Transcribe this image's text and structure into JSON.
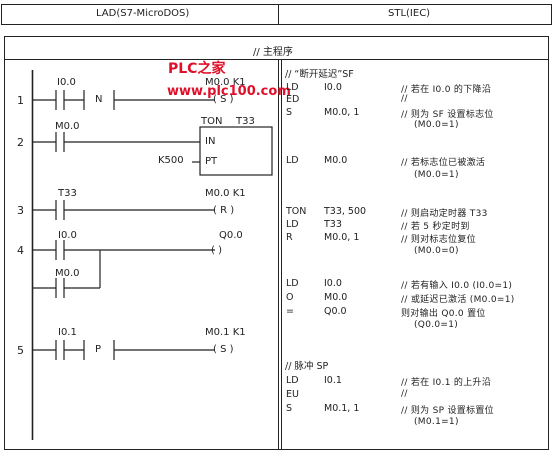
{
  "header": {
    "left_title": "LAD(S7-MicroDOS)",
    "right_title": "STL(IEC)"
  },
  "main_title": "// 主程序",
  "watermark": {
    "name": "PLC之家",
    "url": "www.plc100.com"
  },
  "ladder": {
    "rung_numbers": [
      "1",
      "2",
      "3",
      "4",
      "5"
    ],
    "rung1": {
      "contact": "I0.0",
      "neg_box": "N",
      "coil_label": "M0.0  K1",
      "coil_op": "( S )"
    },
    "rung2": {
      "contact": "M0.0",
      "timer": "TON",
      "timer_name": "T33",
      "in_label": "IN",
      "pt_label": "PT",
      "preset": "K500"
    },
    "rung3": {
      "contact": "T33",
      "coil_label": "M0.0  K1",
      "coil_op": "( R )"
    },
    "rung4": {
      "contact": "I0.0",
      "branch_contact": "M0.0",
      "coil_label": "Q0.0",
      "coil_op": "(     )"
    },
    "rung5": {
      "contact": "I0.1",
      "pos_box": "P",
      "coil_label": "M0.1  K1",
      "coil_op": "( S )"
    }
  },
  "stl": {
    "section1_title": "// “断开延迟”SF",
    "section2_title": "// 脉冲 SP",
    "lines": [
      {
        "op": "LD",
        "arg": "I0.0",
        "comment": "// 若在 I0.0 的下降沿"
      },
      {
        "op": "ED",
        "arg": "",
        "comment": "//"
      },
      {
        "op": "S",
        "arg": "M0.0, 1",
        "comment": "// 则为 SF 设置标志位"
      },
      {
        "op": "",
        "arg": "",
        "comment": "(M0.0=1)"
      },
      {
        "op": "LD",
        "arg": "M0.0",
        "comment": "// 若标志位已被激活"
      },
      {
        "op": "",
        "arg": "",
        "comment": "(M0.0=1)"
      },
      {
        "op": "TON",
        "arg": "T33, 500",
        "comment": "// 则启动定时器 T33"
      },
      {
        "op": "LD",
        "arg": "T33",
        "comment": "// 若 5 秒定时到"
      },
      {
        "op": "R",
        "arg": "M0.0, 1",
        "comment": "// 则对标志位复位"
      },
      {
        "op": "",
        "arg": "",
        "comment": "(M0.0=0)"
      },
      {
        "op": "LD",
        "arg": "I0.0",
        "comment": "// 若有输入 I0.0 (I0.0=1)"
      },
      {
        "op": "O",
        "arg": "M0.0",
        "comment": "// 或延迟已激活 (M0.0=1)"
      },
      {
        "op": "=",
        "arg": "Q0.0",
        "comment": "则对输出 Q0.0 置位"
      },
      {
        "op": "",
        "arg": "",
        "comment": "(Q0.0=1)"
      },
      {
        "op": "LD",
        "arg": "I0.1",
        "comment": "// 若在 I0.1 的上升沿"
      },
      {
        "op": "EU",
        "arg": "",
        "comment": "//"
      },
      {
        "op": "S",
        "arg": "M0.1, 1",
        "comment": "// 则为 SP 设置标置位"
      },
      {
        "op": "",
        "arg": "",
        "comment": "(M0.1=1)"
      }
    ]
  }
}
